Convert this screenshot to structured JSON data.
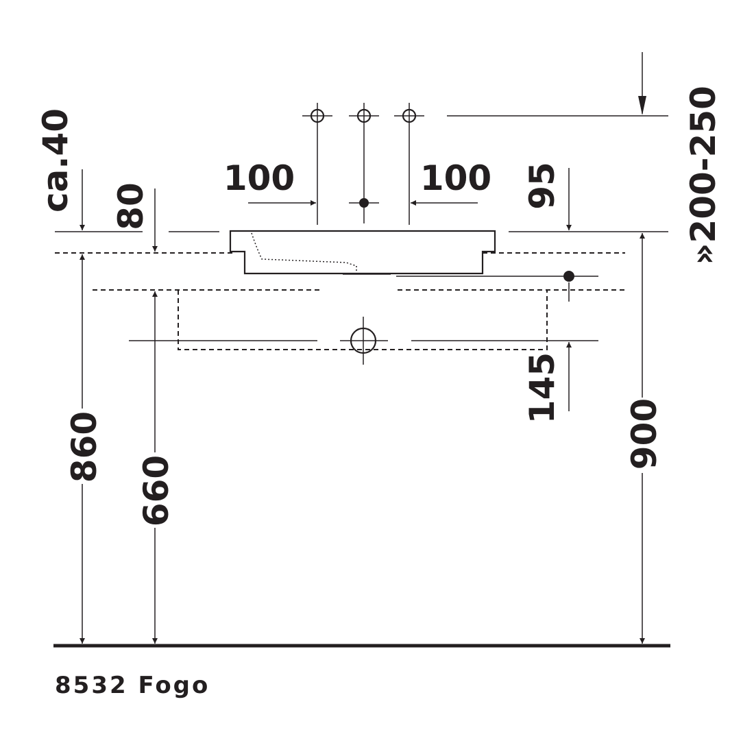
{
  "dimensions": {
    "left_overflow_approx": "ca.40",
    "rim_depth": "80",
    "tap_spacing_left": "100",
    "tap_spacing_right": "100",
    "rim_to_waste": "95",
    "tap_height_range": "»200-250",
    "siphon_offset": "145",
    "height_floor_to_rim_860": "860",
    "height_floor_to_drain_660": "660",
    "height_floor_to_top_900": "900"
  },
  "caption": {
    "model_label": "8532 Fogo"
  },
  "icons": {
    "tap_hole": "crosshair-circle-icon",
    "drain": "drain-circle-icon",
    "point": "filled-dot-icon"
  },
  "colors": {
    "ink": "#231f20",
    "background": "#ffffff"
  }
}
